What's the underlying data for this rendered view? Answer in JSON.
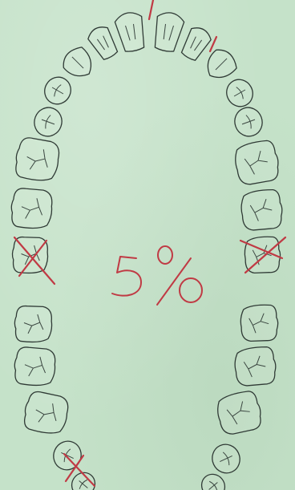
{
  "annotation": {
    "text": "5%",
    "color": "#c03a44"
  },
  "colors": {
    "paper": "#c5e2c9",
    "ink": "#2f3a35",
    "pen": "#c03a44"
  },
  "marked_teeth": [
    {
      "arch": "upper",
      "side": "right",
      "mark": "x"
    },
    {
      "arch": "upper",
      "side": "left",
      "mark": "x"
    },
    {
      "arch": "lower",
      "side": "right",
      "mark": "x"
    }
  ]
}
